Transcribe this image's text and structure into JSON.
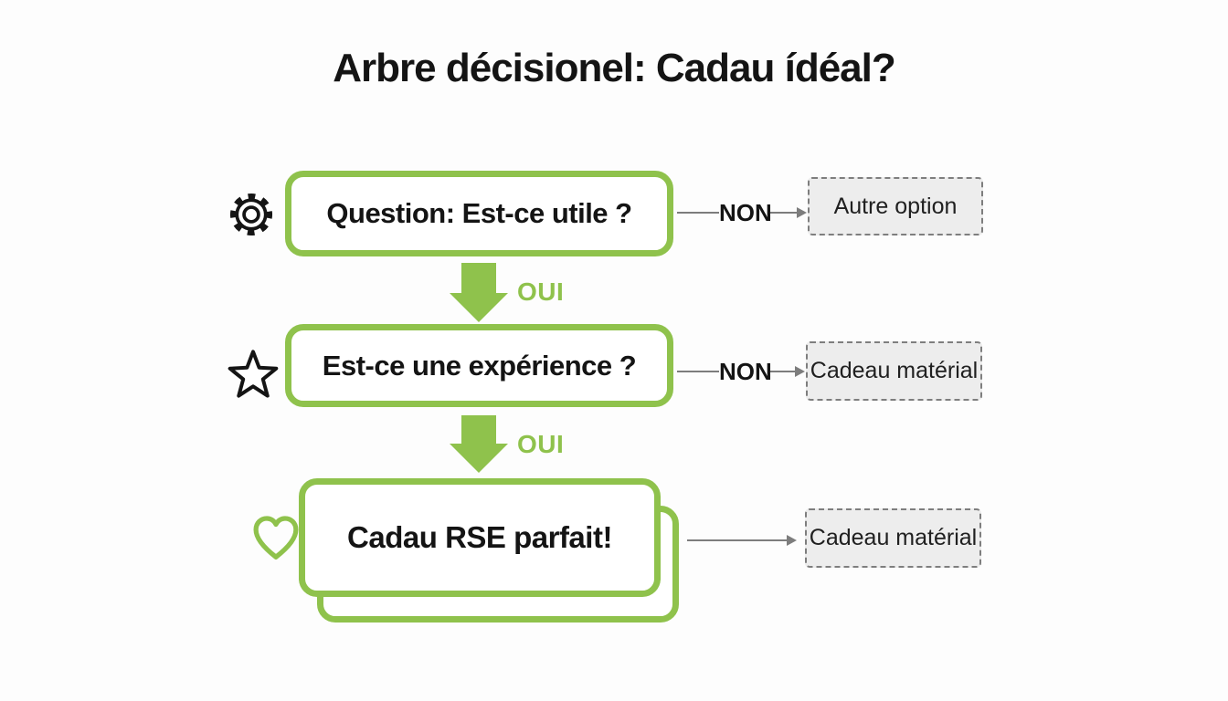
{
  "title": "Arbre décisionel: Cadau ídéal?",
  "colors": {
    "accent_green": "#8fc24c",
    "connector_gray": "#7d7d7d",
    "target_fill": "#ededed",
    "target_border": "#7e7e7e",
    "text_dark": "#141414"
  },
  "flow": {
    "steps": [
      {
        "icon": "gear-icon",
        "question": "Question: Est-ce utile ?",
        "branch_no": {
          "label": "NON",
          "target": "Autre option"
        },
        "branch_yes": {
          "label": "OUI"
        }
      },
      {
        "icon": "star-icon",
        "question": "Est-ce une expérience ?",
        "branch_no": {
          "label": "NON",
          "target": "Cadeau matérial"
        },
        "branch_yes": {
          "label": "OUI"
        }
      },
      {
        "icon": "heart-icon",
        "result": "Cadau RSE parfait!",
        "branch": {
          "target": "Cadeau matérial"
        }
      }
    ]
  }
}
